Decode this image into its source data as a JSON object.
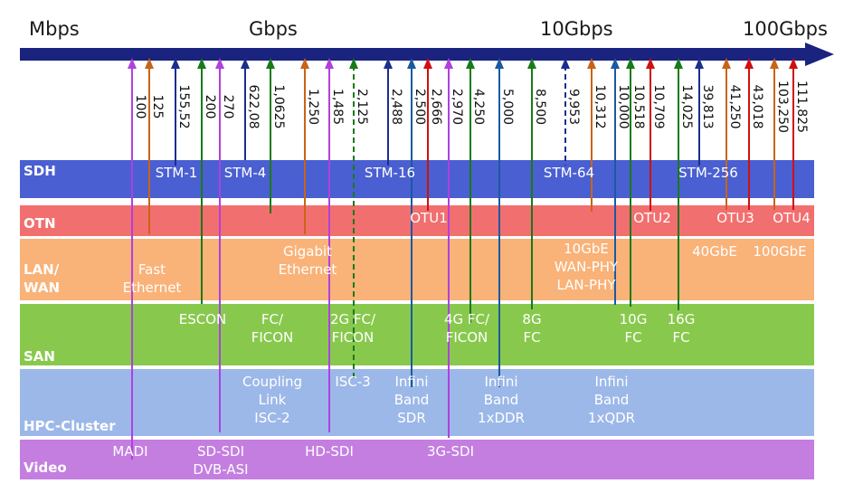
{
  "scale": {
    "labels": [
      "Mbps",
      "Gbps",
      "10Gbps",
      "100Gbps"
    ]
  },
  "bands": [
    {
      "id": "sdh",
      "name": "SDH",
      "color": "#4a5fd2"
    },
    {
      "id": "otn",
      "name": "OTN",
      "color": "#f26f6f"
    },
    {
      "id": "lanwan",
      "name": "LAN/\nWAN",
      "color": "#f9b278"
    },
    {
      "id": "san",
      "name": "SAN",
      "color": "#88c94d"
    },
    {
      "id": "hpc",
      "name": "HPC-Cluster",
      "color": "#9cb8e8"
    },
    {
      "id": "video",
      "name": "Video",
      "color": "#c47ee0"
    }
  ],
  "rates": [
    {
      "value": "100",
      "color": "#b040e0"
    },
    {
      "value": "125",
      "color": "#c86418"
    },
    {
      "value": "155,52",
      "color": "#1a2e8c"
    },
    {
      "value": "200",
      "color": "#1a7a18"
    },
    {
      "value": "270",
      "color": "#b040e0"
    },
    {
      "value": "622,08",
      "color": "#1a2e8c"
    },
    {
      "value": "1,0625",
      "color": "#1a7a18"
    },
    {
      "value": "1,250",
      "color": "#c86418"
    },
    {
      "value": "1,485",
      "color": "#b040e0"
    },
    {
      "value": "2,125",
      "color": "#1a7a18"
    },
    {
      "value": "2,488",
      "color": "#1a2e8c"
    },
    {
      "value": "2,500",
      "color": "#1a5aa0"
    },
    {
      "value": "2,666",
      "color": "#d01010"
    },
    {
      "value": "2,970",
      "color": "#b040e0"
    },
    {
      "value": "4,250",
      "color": "#1a7a18"
    },
    {
      "value": "5,000",
      "color": "#1a5aa0"
    },
    {
      "value": "8,500",
      "color": "#1a7a18"
    },
    {
      "value": "9,953",
      "color": "#1a2e8c"
    },
    {
      "value": "10,312",
      "color": "#c86418"
    },
    {
      "value": "10,000",
      "color": "#1a5aa0"
    },
    {
      "value": "10,518",
      "color": "#1a7a18"
    },
    {
      "value": "10,709",
      "color": "#d01010"
    },
    {
      "value": "14,025",
      "color": "#1a7a18"
    },
    {
      "value": "39,813",
      "color": "#1a2e8c"
    },
    {
      "value": "41,250",
      "color": "#c86418"
    },
    {
      "value": "43,018",
      "color": "#d01010"
    },
    {
      "value": "103,250",
      "color": "#c86418"
    },
    {
      "value": "111,825",
      "color": "#d01010"
    }
  ],
  "labels": [
    {
      "text": "STM-1",
      "band": "sdh"
    },
    {
      "text": "STM-4",
      "band": "sdh"
    },
    {
      "text": "STM-16",
      "band": "sdh"
    },
    {
      "text": "STM-64",
      "band": "sdh"
    },
    {
      "text": "STM-256",
      "band": "sdh"
    },
    {
      "text": "OTU1",
      "band": "otn"
    },
    {
      "text": "OTU2",
      "band": "otn"
    },
    {
      "text": "OTU3",
      "band": "otn"
    },
    {
      "text": "OTU4",
      "band": "otn"
    },
    {
      "text": "Fast\nEthernet",
      "band": "lanwan"
    },
    {
      "text": "Gigabit\nEthernet",
      "band": "lanwan"
    },
    {
      "text": "10GbE\nWAN-PHY\nLAN-PHY",
      "band": "lanwan"
    },
    {
      "text": "40GbE",
      "band": "lanwan"
    },
    {
      "text": "100GbE",
      "band": "lanwan"
    },
    {
      "text": "ESCON",
      "band": "san"
    },
    {
      "text": "FC/\nFICON",
      "band": "san"
    },
    {
      "text": "2G FC/\nFICON",
      "band": "san"
    },
    {
      "text": "4G FC/\nFICON",
      "band": "san"
    },
    {
      "text": "8G\nFC",
      "band": "san"
    },
    {
      "text": "10G\nFC",
      "band": "san"
    },
    {
      "text": "16G\nFC",
      "band": "san"
    },
    {
      "text": "Coupling\nLink\nISC-2",
      "band": "hpc"
    },
    {
      "text": "ISC-3",
      "band": "hpc"
    },
    {
      "text": "Infini\nBand\nSDR",
      "band": "hpc"
    },
    {
      "text": "Infini\nBand\n1xDDR",
      "band": "hpc"
    },
    {
      "text": "Infini\nBand\n1xQDR",
      "band": "hpc"
    },
    {
      "text": "MADI",
      "band": "video"
    },
    {
      "text": "SD-SDI\nDVB-ASI",
      "band": "video"
    },
    {
      "text": "HD-SDI",
      "band": "video"
    },
    {
      "text": "3G-SDI",
      "band": "video"
    }
  ],
  "colors": {
    "axis": "#1a237e",
    "background": "#ffffff"
  }
}
